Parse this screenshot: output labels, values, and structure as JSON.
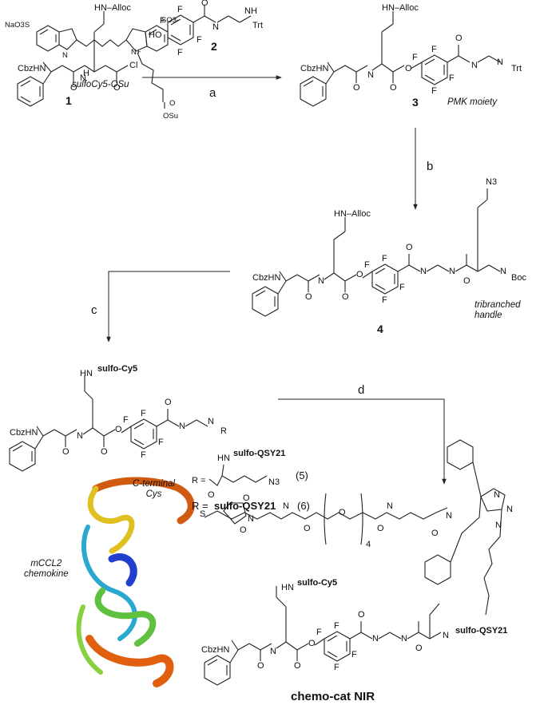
{
  "compounds": {
    "c1": {
      "number": "1",
      "cbz": "CbzHN",
      "alloc": "HN–Alloc",
      "nh": "H\nN",
      "cl": "Cl"
    },
    "c2": {
      "number": "2",
      "ho": "HO",
      "trt": "Trt",
      "nh": "NH",
      "hn": "H\nN"
    },
    "c3": {
      "number": "3",
      "caption": "PMK moiety",
      "cbz": "CbzHN",
      "alloc": "HN–Alloc",
      "trt": "Trt"
    },
    "c4": {
      "number": "4",
      "caption": "tribranched\nhandle",
      "cbz": "CbzHN",
      "alloc": "HN–Alloc",
      "boc": "Boc",
      "n3": "N3"
    },
    "dye": {
      "name": "sulfoCy5-OSu",
      "naso3": "NaO3S",
      "so3": "SO3-",
      "osu": "OSu",
      "nplus": "N+"
    },
    "c56": {
      "cbz": "CbzHN",
      "hn_cy5": "HN",
      "cy5": "sulfo-Cy5",
      "r": "R",
      "qsy": "sulfo-QSY21",
      "n3": "N3",
      "r_eq": "R =",
      "n5": "(5)",
      "r_eq2": "R = ",
      "r_qsy": "sulfo-QSY21",
      "n6": "(6)"
    },
    "final": {
      "title": "chemo-cat NIR",
      "cterm": "C-terminal\nCys",
      "chemokine": "mCCL2\nchemokine",
      "cbz": "CbzHN",
      "cy5": "sulfo-Cy5",
      "qsy": "sulfo-QSY21",
      "peg_n": "4",
      "s": "S"
    }
  },
  "steps": {
    "a": "a",
    "b": "b",
    "c": "c",
    "d": "d"
  },
  "atoms": {
    "F": "F",
    "O": "O",
    "N": "N",
    "H": "H"
  }
}
